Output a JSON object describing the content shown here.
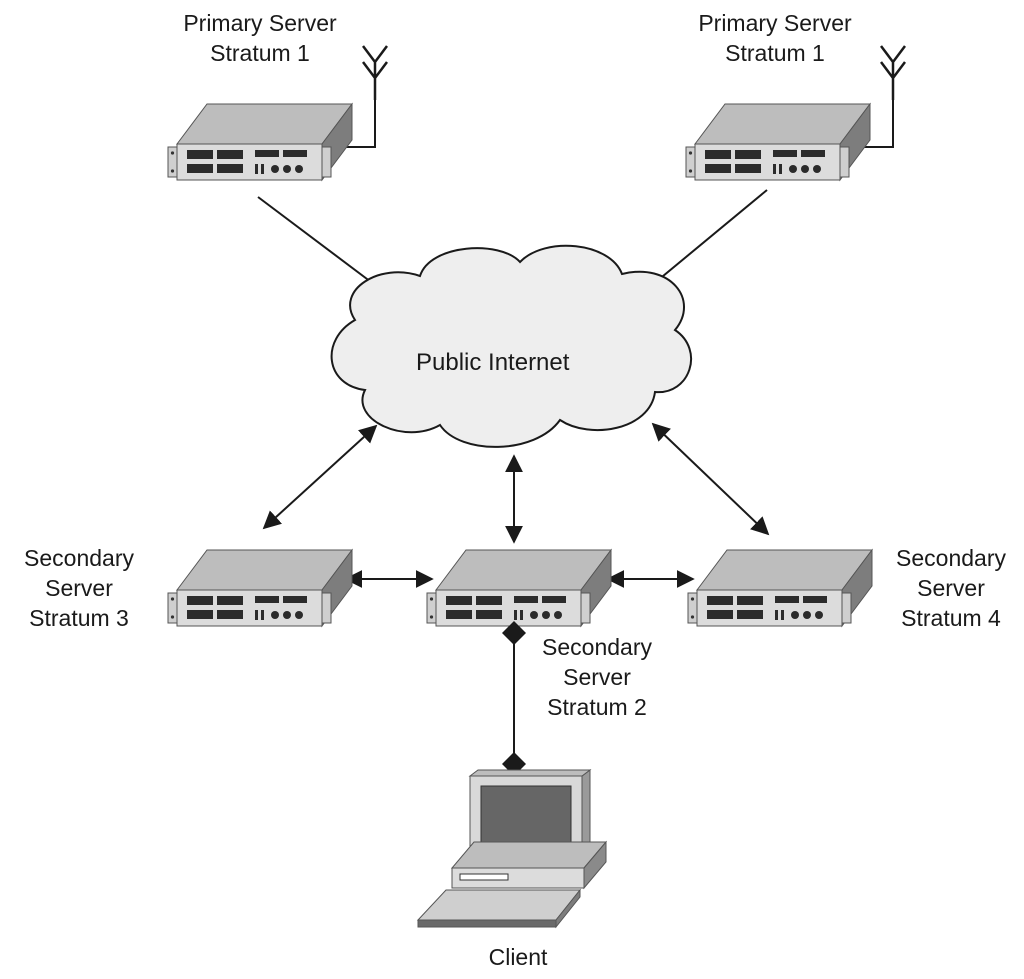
{
  "cloud": {
    "label": "Public Internet"
  },
  "nodes": {
    "primary_left": {
      "line1": "Primary Server",
      "line2": "Stratum 1"
    },
    "primary_right": {
      "line1": "Primary Server",
      "line2": "Stratum 1"
    },
    "secondary_3": {
      "line1": "Secondary",
      "line2": "Server",
      "line3": "Stratum 3"
    },
    "secondary_2": {
      "line1": "Secondary",
      "line2": "Server",
      "line3": "Stratum 2"
    },
    "secondary_4": {
      "line1": "Secondary",
      "line2": "Server",
      "line3": "Stratum 4"
    },
    "client": {
      "label": "Client"
    }
  },
  "colors": {
    "line": "#1a1a1a",
    "device_top": "#bdbdbd",
    "device_front": "#d9d9d9",
    "device_side": "#8a8a8a",
    "slot": "#2b2b2b",
    "cloud_fill": "#eeeeee"
  }
}
